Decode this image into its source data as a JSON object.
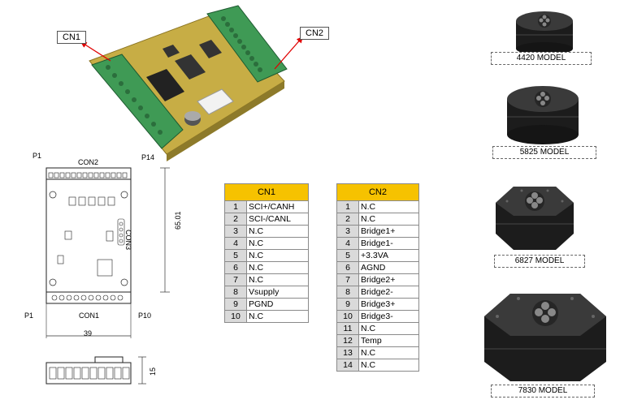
{
  "callouts": {
    "cn1": "CN1",
    "cn2": "CN2"
  },
  "drawing": {
    "p1_top": "P1",
    "p14": "P14",
    "con2": "CON2",
    "con3": "CON3",
    "dim_height": "65.01",
    "p1_bottom": "P1",
    "p10": "P10",
    "con1": "CON1",
    "dim_width": "39",
    "dim_side": "15"
  },
  "cn1_table": {
    "title": "CN1",
    "rows": [
      {
        "num": "1",
        "signal": "SCI+/CANH"
      },
      {
        "num": "2",
        "signal": "SCI-/CANL"
      },
      {
        "num": "3",
        "signal": "N.C"
      },
      {
        "num": "4",
        "signal": "N.C"
      },
      {
        "num": "5",
        "signal": "N.C"
      },
      {
        "num": "6",
        "signal": "N.C"
      },
      {
        "num": "7",
        "signal": "N.C"
      },
      {
        "num": "8",
        "signal": "Vsupply"
      },
      {
        "num": "9",
        "signal": "PGND"
      },
      {
        "num": "10",
        "signal": "N.C"
      }
    ]
  },
  "cn2_table": {
    "title": "CN2",
    "rows": [
      {
        "num": "1",
        "signal": "N.C"
      },
      {
        "num": "2",
        "signal": "N.C"
      },
      {
        "num": "3",
        "signal": "Bridge1+"
      },
      {
        "num": "4",
        "signal": "Bridge1-"
      },
      {
        "num": "5",
        "signal": "+3.3VA"
      },
      {
        "num": "6",
        "signal": "AGND"
      },
      {
        "num": "7",
        "signal": "Bridge2+"
      },
      {
        "num": "8",
        "signal": "Bridge2-"
      },
      {
        "num": "9",
        "signal": "Bridge3+"
      },
      {
        "num": "10",
        "signal": "Bridge3-"
      },
      {
        "num": "11",
        "signal": "N.C"
      },
      {
        "num": "12",
        "signal": "Temp"
      },
      {
        "num": "13",
        "signal": "N.C"
      },
      {
        "num": "14",
        "signal": "N.C"
      }
    ]
  },
  "models": [
    {
      "label": "4420  MODEL"
    },
    {
      "label": "5825  MODEL"
    },
    {
      "label": "6827  MODEL"
    },
    {
      "label": "7830  MODEL"
    }
  ],
  "colors": {
    "table_header": "#f6c200",
    "num_cell": "#dadada",
    "pcb": "#c9b24a",
    "terminal": "#3f9a55",
    "arrow": "#e00000"
  }
}
